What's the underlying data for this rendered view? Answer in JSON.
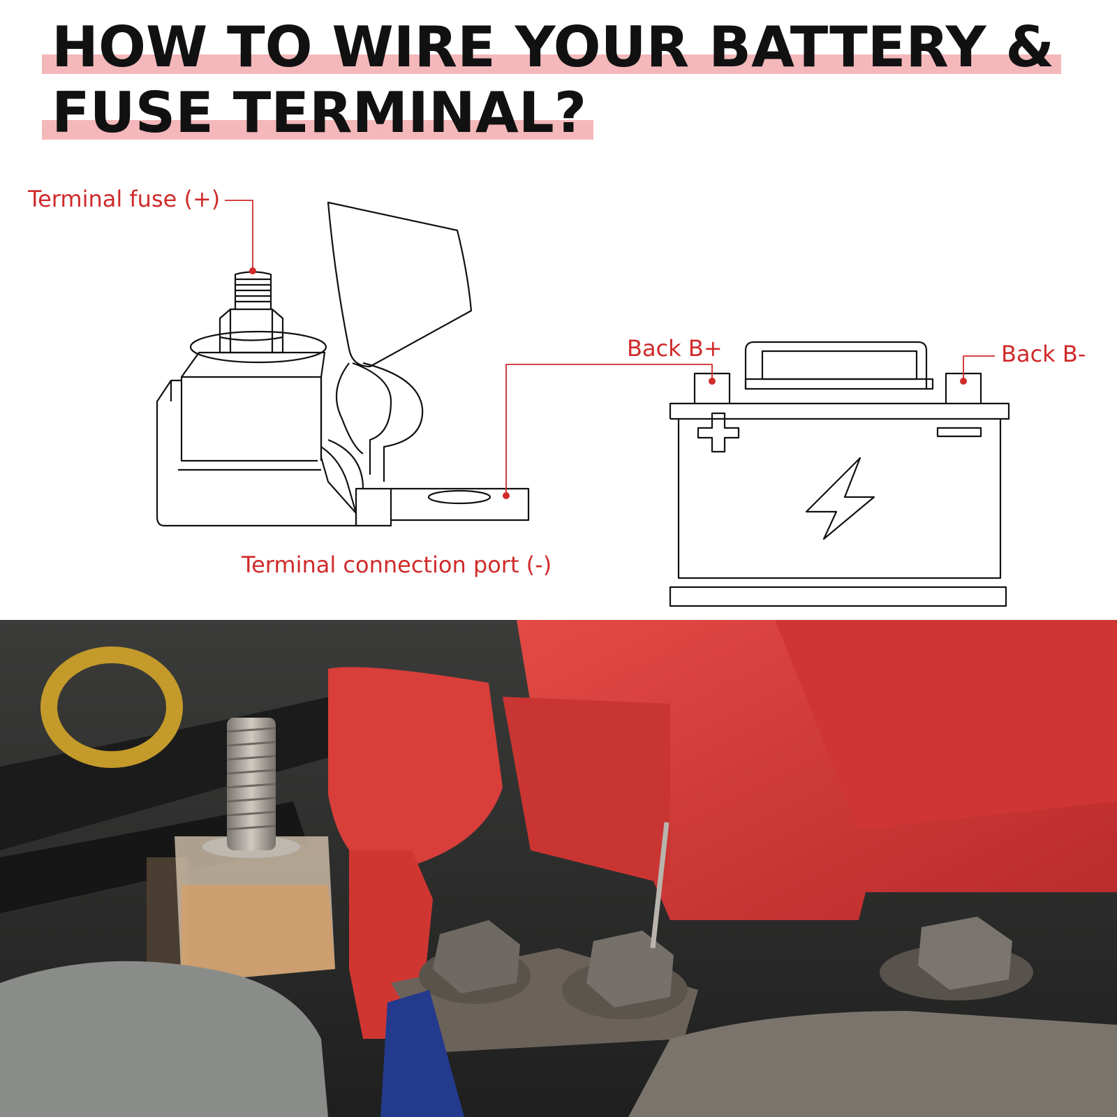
{
  "title": {
    "line1": "HOW TO WIRE YOUR BATTERY &",
    "line2": "FUSE TERMINAL?",
    "highlight_color": "#f4b8ba"
  },
  "labels": {
    "terminal_fuse": "Terminal fuse (+)",
    "terminal_port": "Terminal connection port (-)",
    "back_b_plus": "Back B+",
    "back_b_minus": "Back B-"
  },
  "colors": {
    "accent": "#d02a2a",
    "line": "#111111",
    "cover_red": "#d63a3a",
    "bolt_metal": "#a8a39c"
  },
  "icons": {
    "battery": "battery-icon",
    "lightning": "lightning-bolt-icon",
    "plus": "plus-icon",
    "minus": "minus-icon"
  }
}
